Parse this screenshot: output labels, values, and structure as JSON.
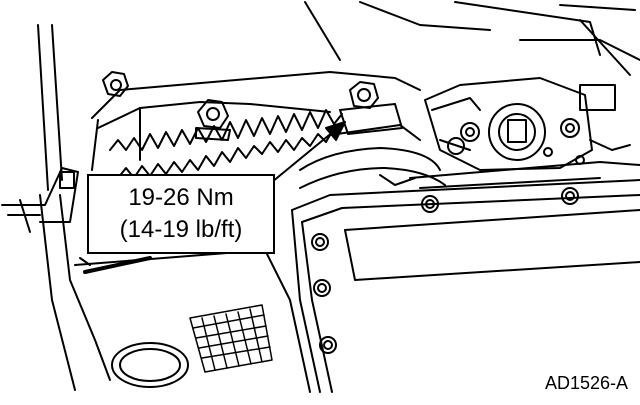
{
  "callout": {
    "torque_nm": "19-26 Nm",
    "torque_lbft": "(14-19 lb/ft)"
  },
  "figure_id": "AD1526-A",
  "colors": {
    "ink": "#000000",
    "paper": "#ffffff"
  }
}
